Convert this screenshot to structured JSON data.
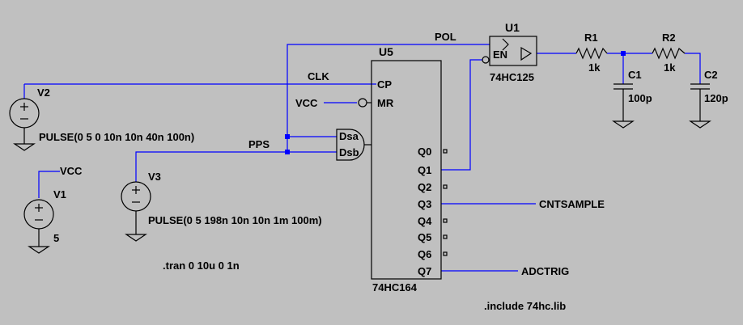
{
  "colors": {
    "background": "#c0c0c0",
    "wire": "#0000ff",
    "symbol": "#000000",
    "junction": "#0000ff"
  },
  "labels": {
    "pol": "POL",
    "clk": "CLK",
    "pps": "PPS",
    "vcc_mr": "VCC",
    "vcc_v1": "VCC",
    "cntsample": "CNTSAMPLE",
    "adctrig": "ADCTRIG"
  },
  "u5": {
    "ref": "U5",
    "part": "74HC164",
    "pins": {
      "cp": "CP",
      "mr": "MR",
      "dsa": "Dsa",
      "dsb": "Dsb"
    },
    "outputs": [
      "Q0",
      "Q1",
      "Q2",
      "Q3",
      "Q4",
      "Q5",
      "Q6",
      "Q7"
    ]
  },
  "u1": {
    "ref": "U1",
    "part": "74HC125",
    "en": "EN"
  },
  "r1": {
    "ref": "R1",
    "value": "1k"
  },
  "r2": {
    "ref": "R2",
    "value": "1k"
  },
  "c1": {
    "ref": "C1",
    "value": "100p"
  },
  "c2": {
    "ref": "C2",
    "value": "120p"
  },
  "v1": {
    "ref": "V1",
    "value": "5"
  },
  "v2": {
    "ref": "V2",
    "value": "PULSE(0 5 0 10n 10n 40n 100n)"
  },
  "v3": {
    "ref": "V3",
    "value": "PULSE(0 5 198n 10n 10n 1m 100m)"
  },
  "directives": {
    "tran": ".tran 0 10u 0 1n",
    "include": ".include 74hc.lib"
  }
}
